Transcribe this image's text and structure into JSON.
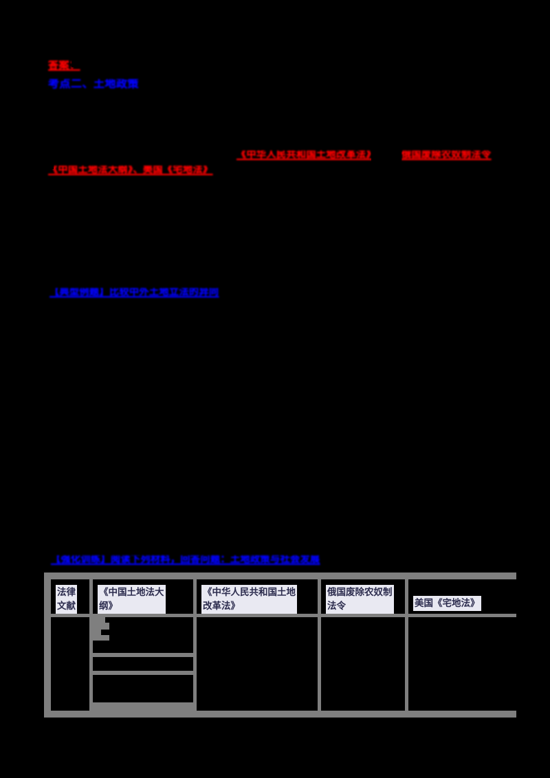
{
  "document": {
    "background_color": "#000000",
    "redaction_color": "#000000",
    "table_border_color": "#7f7f7f",
    "text_highlight_color": "#e9e9f2",
    "red_color": "#e50000",
    "blue_color": "#1414d2"
  },
  "header": {
    "line1_red": "答案：",
    "line2_blue": "考点二、土地政策"
  },
  "body": {
    "red_line_a": "《中华人民共和国土地改革法》",
    "red_line_b": "俄国废除农奴制法令",
    "red_line_c": "《中国土地法大纲》、美国《宅地法》",
    "blue_heading": "【典型例题】比较中外土地立法的异同"
  },
  "table": {
    "caption_blue": "【强化训练】阅读下列材料，回答问题：土地政策与社会发展",
    "columns": [
      {
        "key": "col1",
        "label": "法律\n文献"
      },
      {
        "key": "col2",
        "label": "《中国土地法大\n纲》"
      },
      {
        "key": "col3",
        "label": "《中华人民共和国土地\n改革法》"
      },
      {
        "key": "col4",
        "label": "俄国废除农奴制\n法令"
      },
      {
        "key": "col5",
        "label": "美国《宅地法》"
      }
    ],
    "rows": [
      {
        "name": "content-row",
        "cells": [
          {
            "key": "col1",
            "value": "",
            "redacted": true
          },
          {
            "key": "col2",
            "value": "",
            "redacted": true
          },
          {
            "key": "col3",
            "value": "",
            "redacted": true
          },
          {
            "key": "col4",
            "value": "",
            "redacted": true
          },
          {
            "key": "col5",
            "value": "",
            "redacted": true
          }
        ]
      }
    ]
  }
}
